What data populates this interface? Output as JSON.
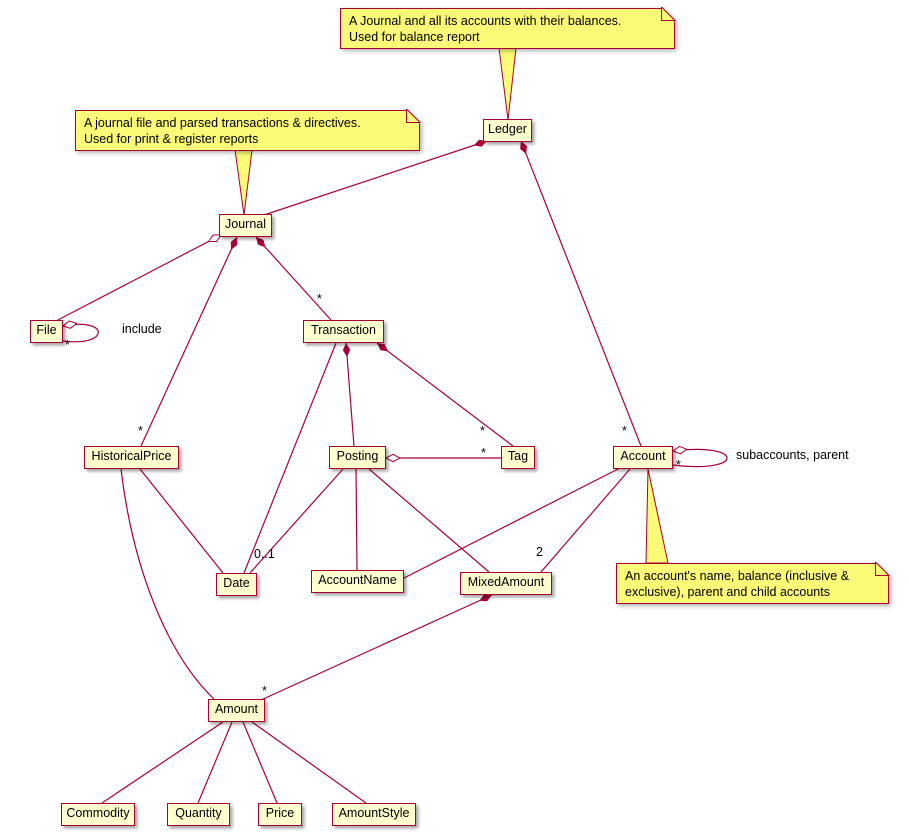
{
  "diagram_type": "uml-class-diagram",
  "colors": {
    "class_fill": "#FEFECE",
    "note_fill": "#FBFB77",
    "line": "#A80036",
    "background": "#FFFFFF"
  },
  "classes": {
    "ledger": {
      "name": "Ledger"
    },
    "journal": {
      "name": "Journal"
    },
    "file": {
      "name": "File"
    },
    "transaction": {
      "name": "Transaction"
    },
    "historical_price": {
      "name": "HistoricalPrice"
    },
    "posting": {
      "name": "Posting"
    },
    "tag": {
      "name": "Tag"
    },
    "account": {
      "name": "Account"
    },
    "date": {
      "name": "Date"
    },
    "account_name": {
      "name": "AccountName"
    },
    "mixed_amount": {
      "name": "MixedAmount"
    },
    "amount": {
      "name": "Amount"
    },
    "commodity": {
      "name": "Commodity"
    },
    "quantity": {
      "name": "Quantity"
    },
    "price": {
      "name": "Price"
    },
    "amount_style": {
      "name": "AmountStyle"
    }
  },
  "notes": {
    "ledger": {
      "text": "A Journal and all its accounts with their balances.\nUsed for balance report"
    },
    "journal": {
      "text": "A journal file and parsed transactions & directives.\nUsed for print & register reports"
    },
    "account": {
      "text": "An account's name, balance (inclusive &\nexclusive), parent and child accounts"
    }
  },
  "edge_labels": {
    "file_include": "include",
    "account_self": "subaccounts, parent"
  },
  "multiplicities": {
    "file_include": "*",
    "journal_transaction": "*",
    "journal_historical_price": "*",
    "ledger_account": "*",
    "transaction_tag": "*",
    "posting_tag": "*",
    "posting_date": "0..1",
    "account_self": "*",
    "account_mixed_amount": "2",
    "mixed_amount_amount": "*"
  }
}
